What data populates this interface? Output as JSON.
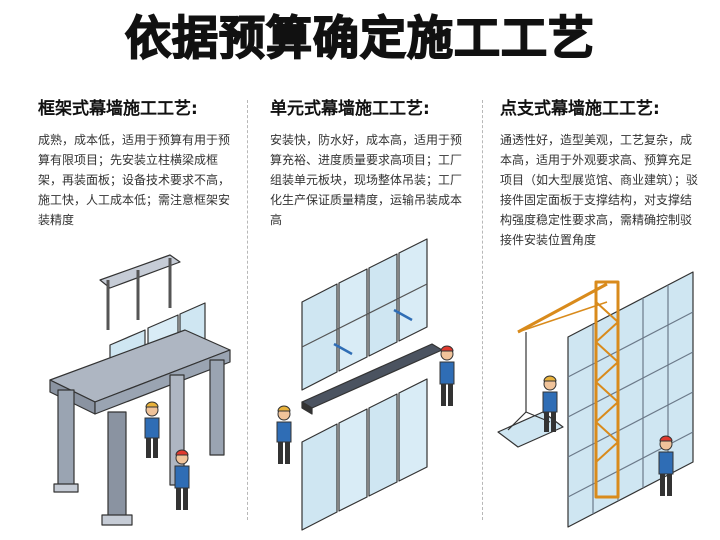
{
  "title": "依据预算确定施工工艺",
  "sections": [
    {
      "heading": "框架式幕墙施工工艺:",
      "description": "成熟，成本低，适用于预算有用于预算有限项目；先安装立柱横梁成框架，再装面板；设备技术要求不高，施工快，人工成本低；需注意框架安装精度"
    },
    {
      "heading": "单元式幕墙施工工艺:",
      "description": "安装快，防水好，成本高，适用于预算充裕、进度质量要求高项目；工厂组装单元板块，现场整体吊装；工厂化生产保证质量精度，运输吊装成本高"
    },
    {
      "heading": "点支式幕墙施工工艺:",
      "description": "通透性好，造型美观，工艺复杂，成本高，适用于外观要求高、预算充足项目（如大型展览馆、商业建筑）；驳接件固定面板于支撑结构，对支撑结构强度稳定性要求高，需精确控制驳接件安装位置角度"
    }
  ],
  "colors": {
    "glass": "#cfe6f2",
    "steel": "#9aa4b2",
    "crane": "#e8a33c",
    "worker_vest": "#2f6db5",
    "helmet": "#e03a2f"
  }
}
